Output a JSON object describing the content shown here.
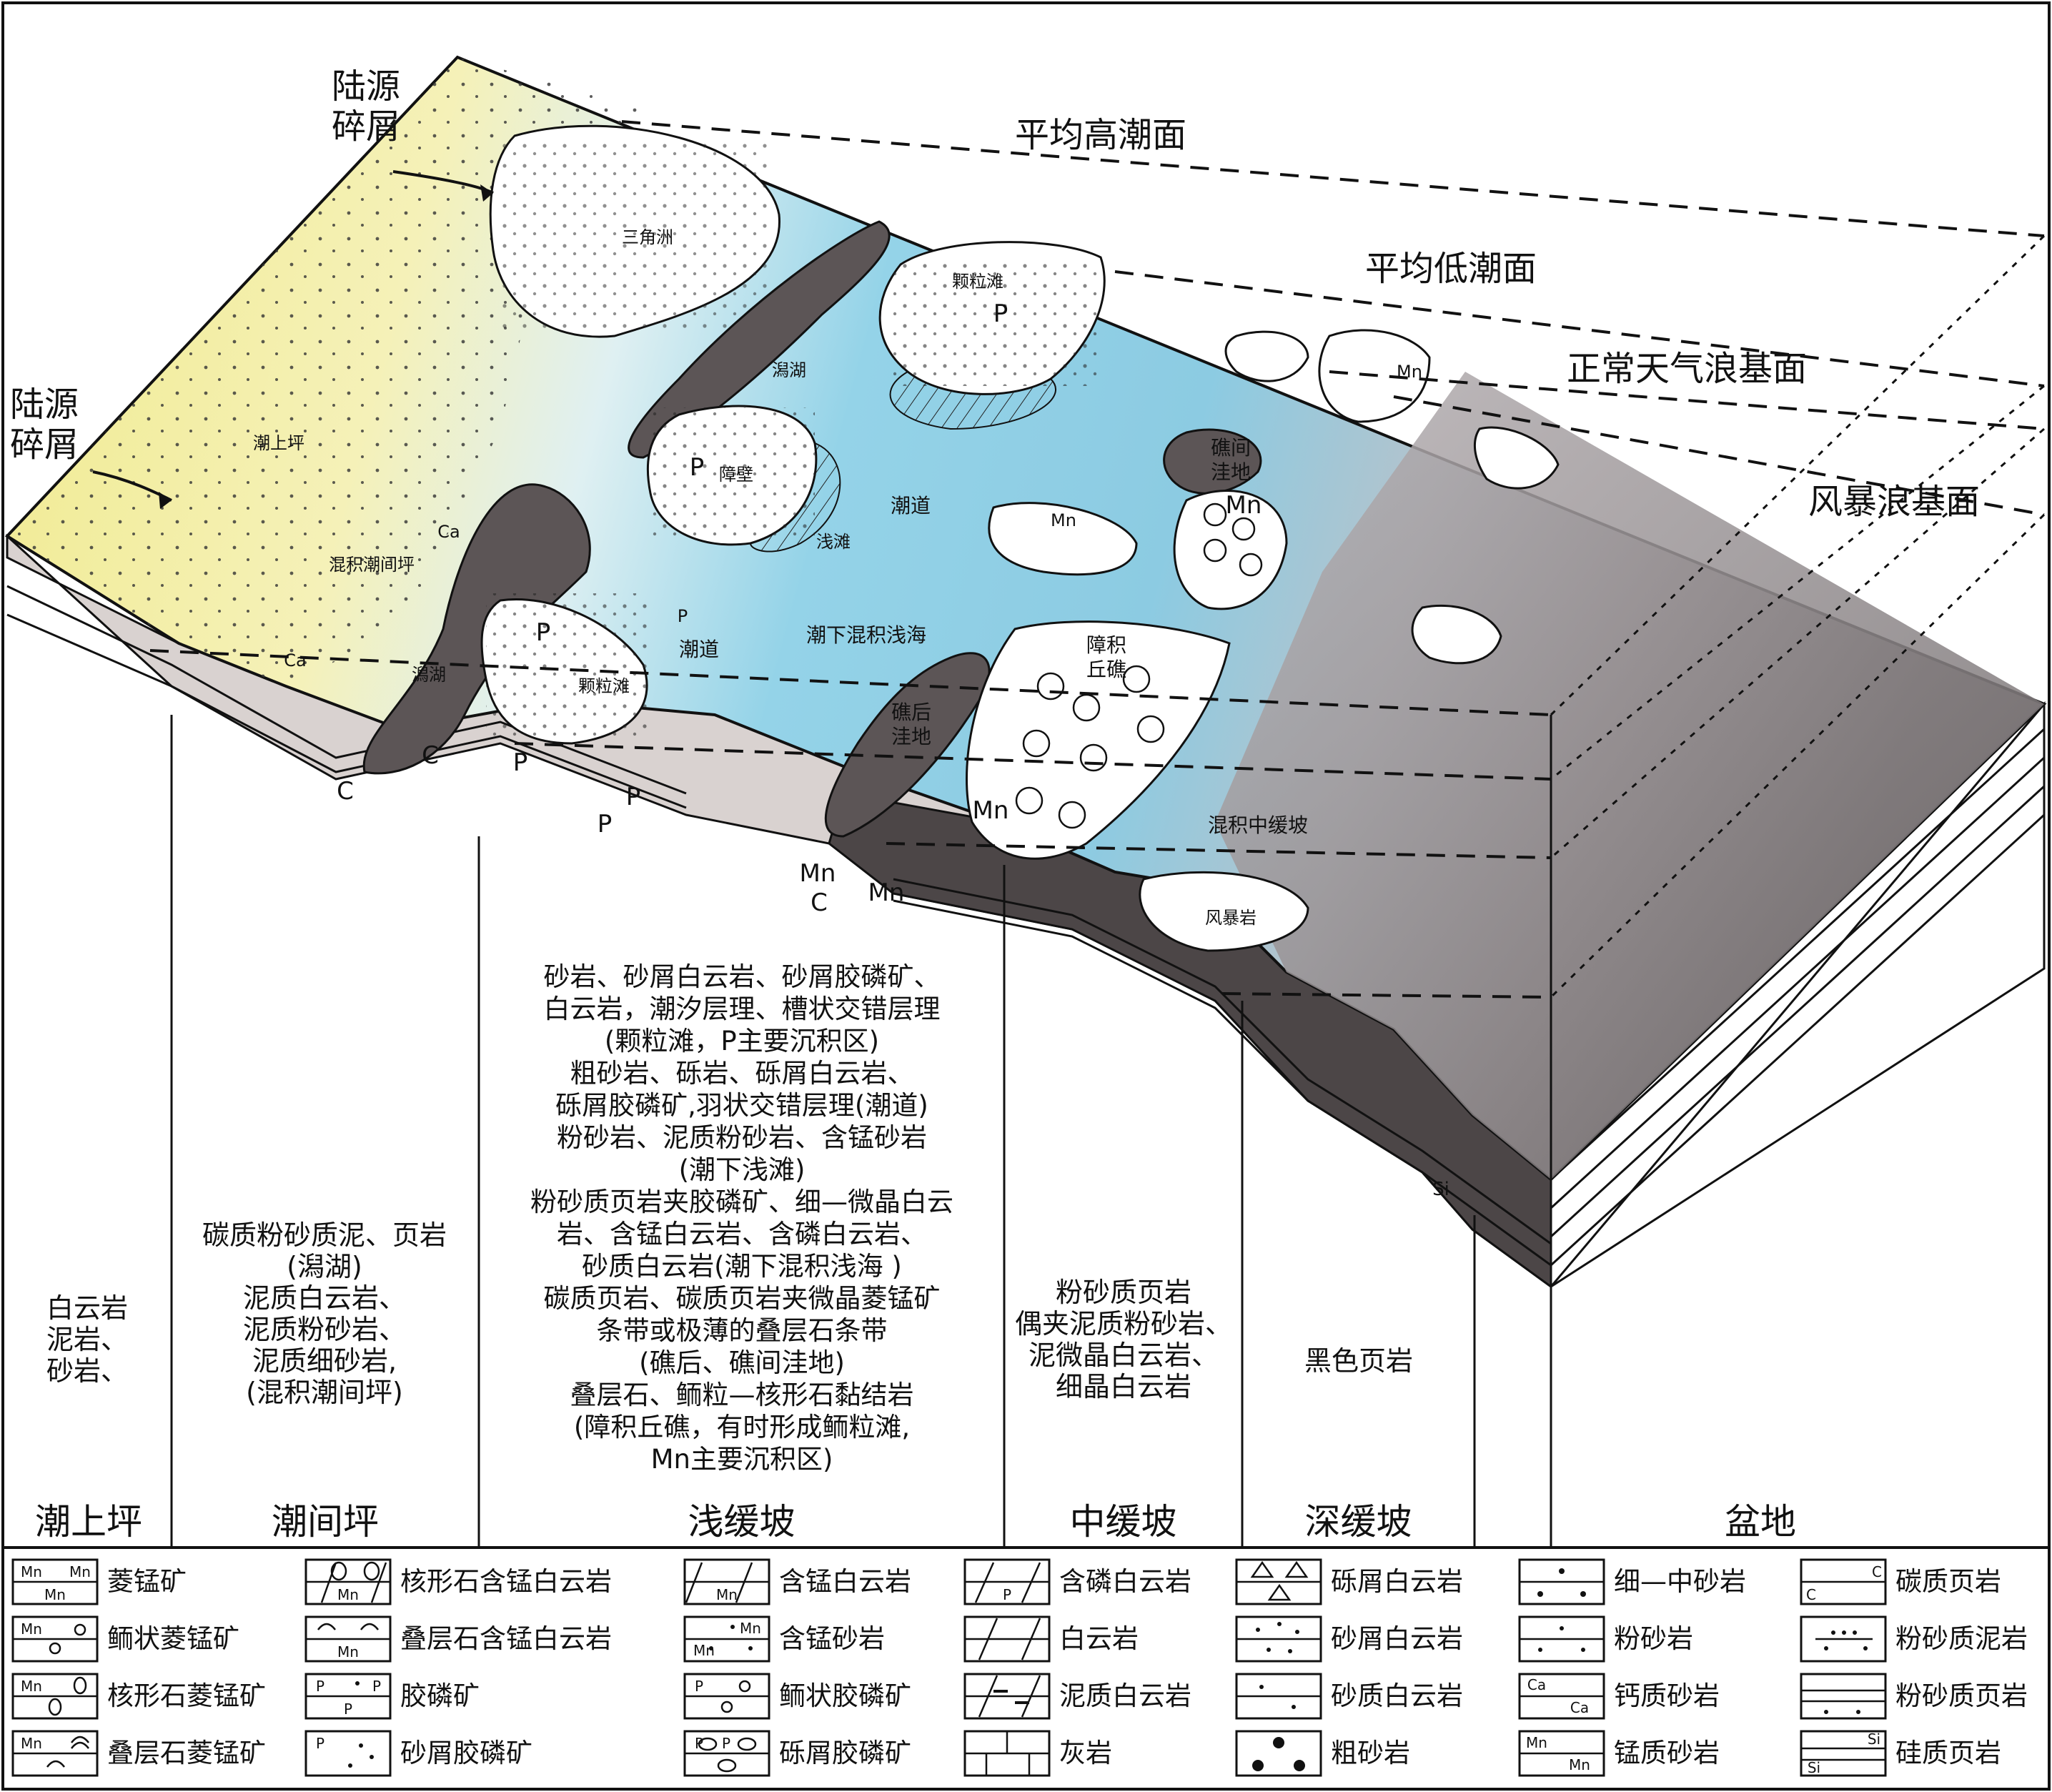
{
  "levels": {
    "high_tide": "平均高潮面",
    "low_tide": "平均低潮面",
    "fair_weather": "正常天气浪基面",
    "storm": "风暴浪基面"
  },
  "sources": {
    "upper": [
      "陆源",
      "碎屑"
    ],
    "left": [
      "陆源",
      "碎屑"
    ]
  },
  "map_labels": {
    "delta": "三角洲",
    "grain_shoal_top": "颗粒滩",
    "grain_shoal_left": "颗粒滩",
    "lagoon_top": "潟湖",
    "lagoon_left": "潟湖",
    "supratidal": "潮上坪",
    "mixed_intertidal": "混积潮间坪",
    "barrier": "障壁",
    "channel_top": "潮道",
    "channel_left": "潮道",
    "shallow_shoal": "浅滩",
    "subtidal": "潮下混积浅海",
    "backreef_top": "礁后",
    "backreef_bot": "洼地",
    "interreef_top": "礁间",
    "interreef_bot": "洼地",
    "reef_top": "障积",
    "reef_bot": "丘礁",
    "mid_ramp": "混积中缓坡",
    "tempestite": "风暴岩",
    "mn": "Mn",
    "p": "P",
    "ca": "Ca",
    "c": "C",
    "si": "Si"
  },
  "columns": {
    "supratidal": [
      "白云岩",
      "泥岩、",
      "砂岩、"
    ],
    "intertidal": [
      "碳质粉砂质泥、页岩",
      "(潟湖)",
      "泥质白云岩、",
      "泥质粉砂岩、",
      "泥质细砂岩,",
      "(混积潮间坪)"
    ],
    "inner_ramp": [
      "砂岩、砂屑白云岩、砂屑胶磷矿、",
      "白云岩，潮汐层理、槽状交错层理",
      "(颗粒滩，P主要沉积区)",
      "粗砂岩、砾岩、砾屑白云岩、",
      "砾屑胶磷矿,羽状交错层理(潮道)",
      "粉砂岩、泥质粉砂岩、含锰砂岩",
      "(潮下浅滩)",
      "粉砂质页岩夹胶磷矿、细—微晶白云",
      "岩、含锰白云岩、含磷白云岩、",
      "砂质白云岩(潮下混积浅海 )",
      "碳质页岩、碳质页岩夹微晶菱锰矿",
      "条带或极薄的叠层石条带",
      "(礁后、礁间洼地)",
      "叠层石、鲕粒—核形石黏结岩",
      "(障积丘礁，有时形成鲕粒滩,",
      "Mn主要沉积区)"
    ],
    "mid_ramp": [
      "粉砂质页岩",
      "偶夹泥质粉砂岩、",
      "泥微晶白云岩、",
      "细晶白云岩"
    ],
    "outer_ramp": [
      "黑色页岩"
    ]
  },
  "zones": [
    "潮上坪",
    "潮间坪",
    "浅缓坡",
    "中缓坡",
    "深缓坡",
    "盆地"
  ],
  "legend": [
    [
      "菱锰矿",
      "鲕状菱锰矿",
      "核形石菱锰矿",
      "叠层石菱锰矿"
    ],
    [
      "核形石含锰白云岩",
      "叠层石含锰白云岩",
      "胶磷矿",
      "砂屑胶磷矿"
    ],
    [
      "含锰白云岩",
      "含锰砂岩",
      "鲕状胶磷矿",
      "砾屑胶磷矿"
    ],
    [
      "含磷白云岩",
      "白云岩",
      "泥质白云岩",
      "灰岩"
    ],
    [
      "砾屑白云岩",
      "砂屑白云岩",
      "砂质白云岩",
      "粗砂岩"
    ],
    [
      "细—中砂岩",
      "粉砂岩",
      "钙质砂岩",
      "锰质砂岩"
    ],
    [
      "碳质页岩",
      "粉砂质泥岩",
      "粉砂质页岩",
      "硅质页岩"
    ]
  ],
  "legend_symbols": {
    "mn": "Mn",
    "p": "P",
    "c": "C",
    "ca": "Ca",
    "si": "Si"
  },
  "colors": {
    "land_yellow": "#f3ee9e",
    "water_blue": "#8fd0e6",
    "deep_gray": "#7c7677",
    "lagoon_dark": "#5c5556",
    "shale_dark": "#4a4445",
    "stone_light": "#ddd6d4"
  }
}
